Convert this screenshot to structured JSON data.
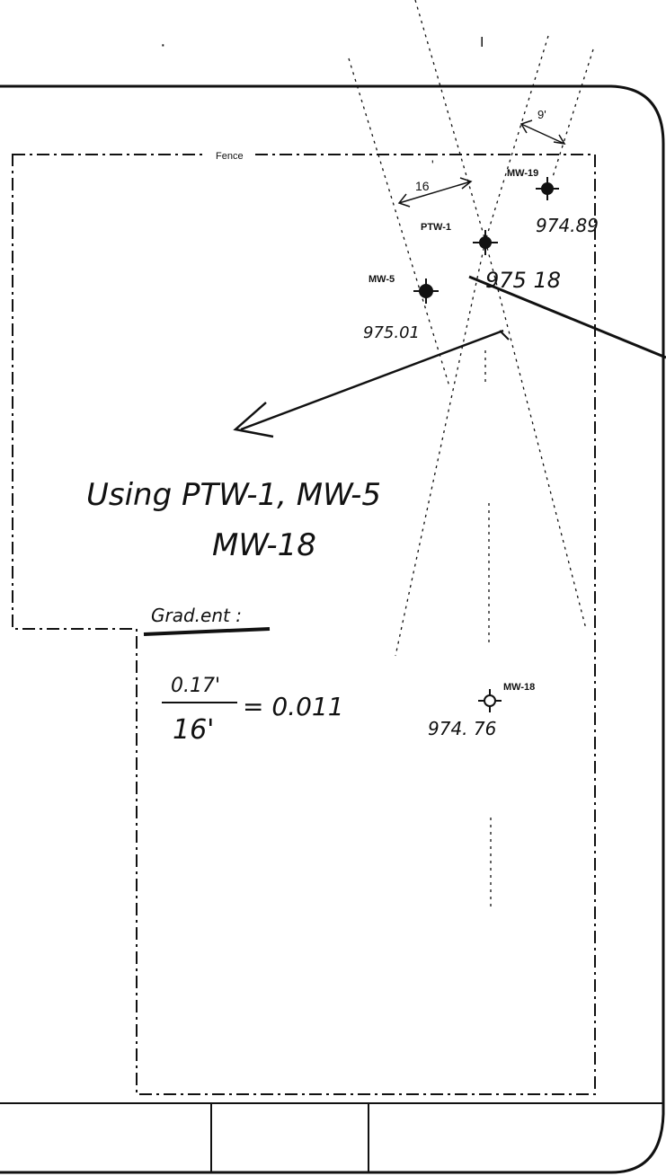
{
  "fence_label": "Fence",
  "dim_16": "16",
  "dim_16_prime": "'",
  "dim_9": "9'",
  "wells": [
    {
      "name": "MW-19",
      "elevation": "974.89"
    },
    {
      "name": "PTW-1",
      "elevation": "975 18"
    },
    {
      "name": "MW-5",
      "elevation": "975.01"
    },
    {
      "name": "MW-18",
      "elevation": "974. 76"
    }
  ],
  "note_line1": "Using PTW-1, MW-5",
  "note_line2": "MW-18",
  "grad_label": "Grad.ent :",
  "grad_numerator": "0.17'",
  "grad_denominator": "16'",
  "grad_result": "= 0.011",
  "top_mark": "I",
  "dot_mark": "·",
  "colors": {
    "ink": "#111111",
    "faint": "#9a9a9a"
  }
}
